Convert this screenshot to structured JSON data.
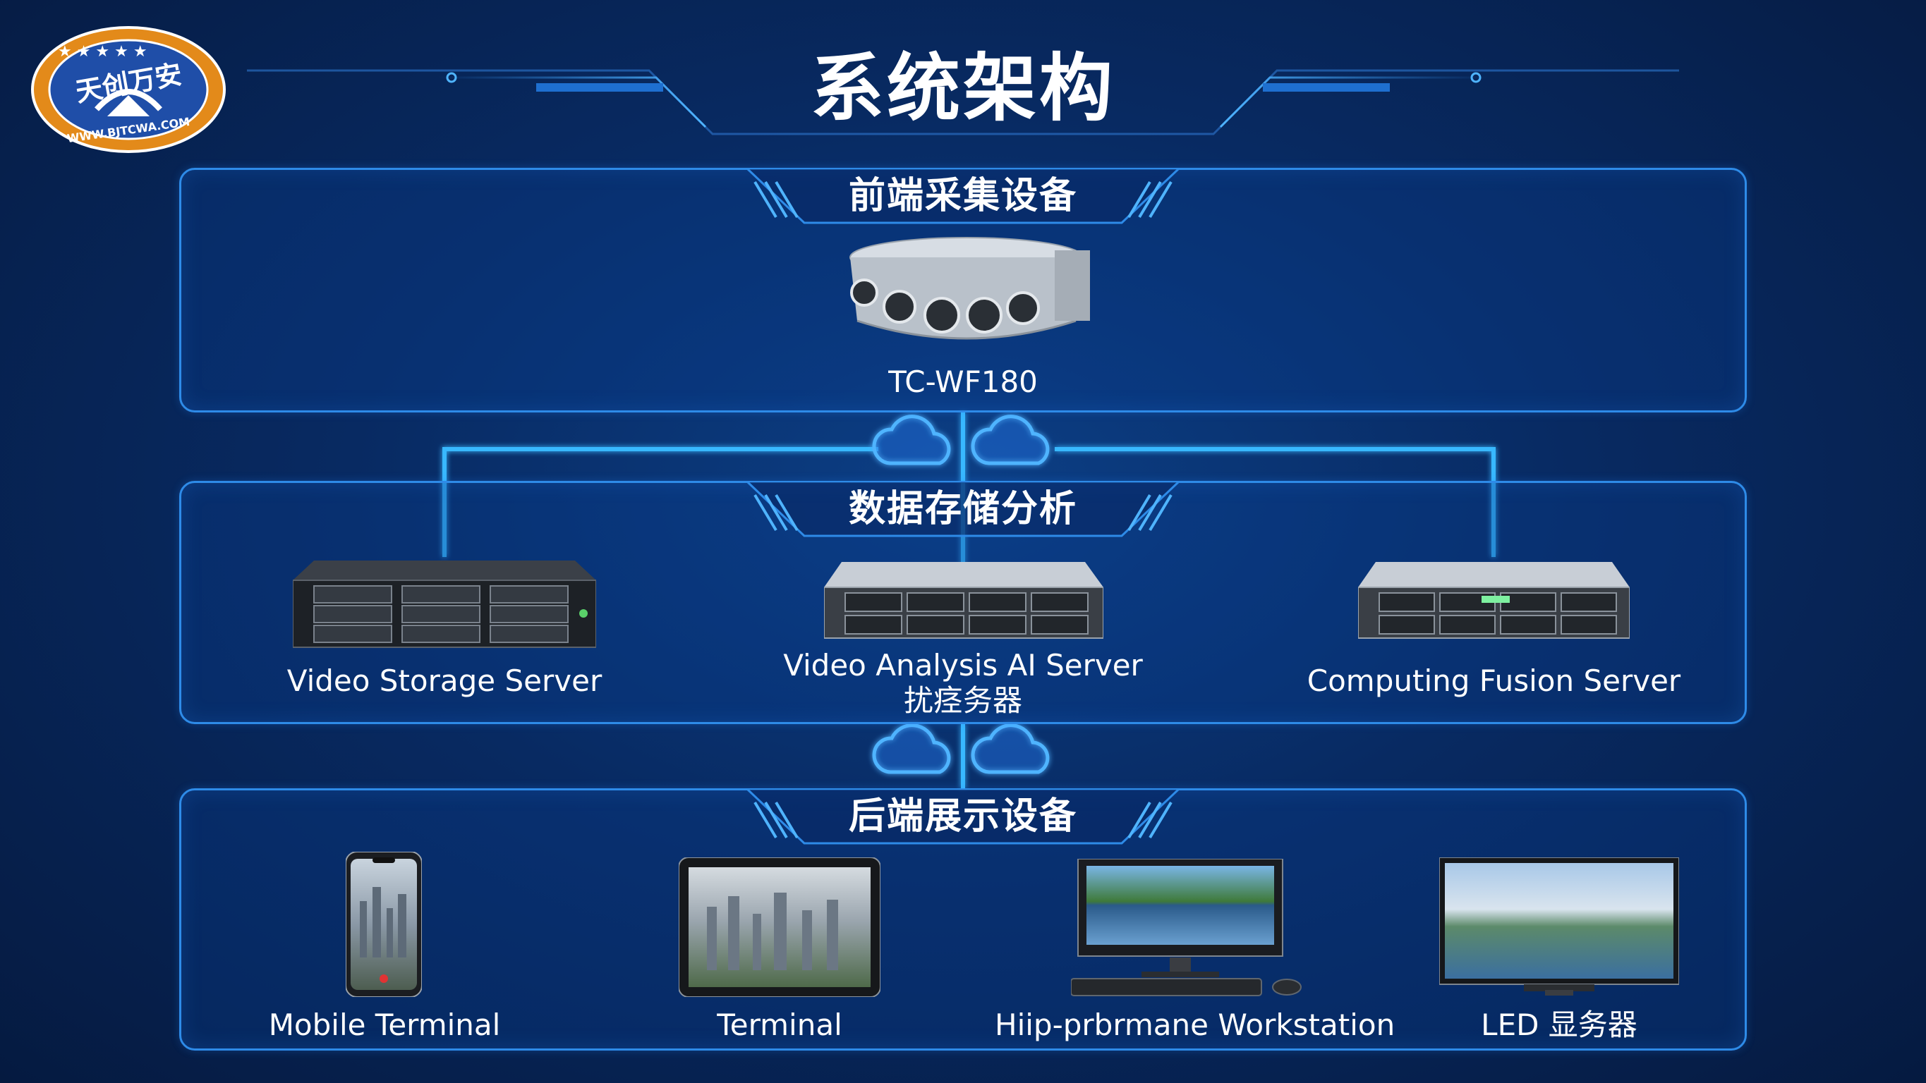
{
  "header": {
    "title": "系统架构",
    "logo": {
      "text": "天创万安",
      "url_text": "WWW.BJTCWA.COM"
    }
  },
  "sections": {
    "front": {
      "title": "前端采集设备",
      "device_label": "TC-WF180"
    },
    "storage": {
      "title": "数据存储分析",
      "devices": [
        {
          "label": "Video Storage Server"
        },
        {
          "label": "Video Analysis AI Server",
          "sublabel": "扰痉务器"
        },
        {
          "label": "Computing Fusion Server"
        }
      ]
    },
    "display": {
      "title": "后端展示设备",
      "devices": [
        {
          "label": "Mobile Terminal"
        },
        {
          "label": "Terminal"
        },
        {
          "label": "Hiip-prbrmane Workstation"
        },
        {
          "label": "LED 显务器"
        }
      ]
    }
  },
  "colors": {
    "panel_border": "#2e8be8",
    "glow_line": "#39b8ff",
    "background": "#082a62"
  }
}
